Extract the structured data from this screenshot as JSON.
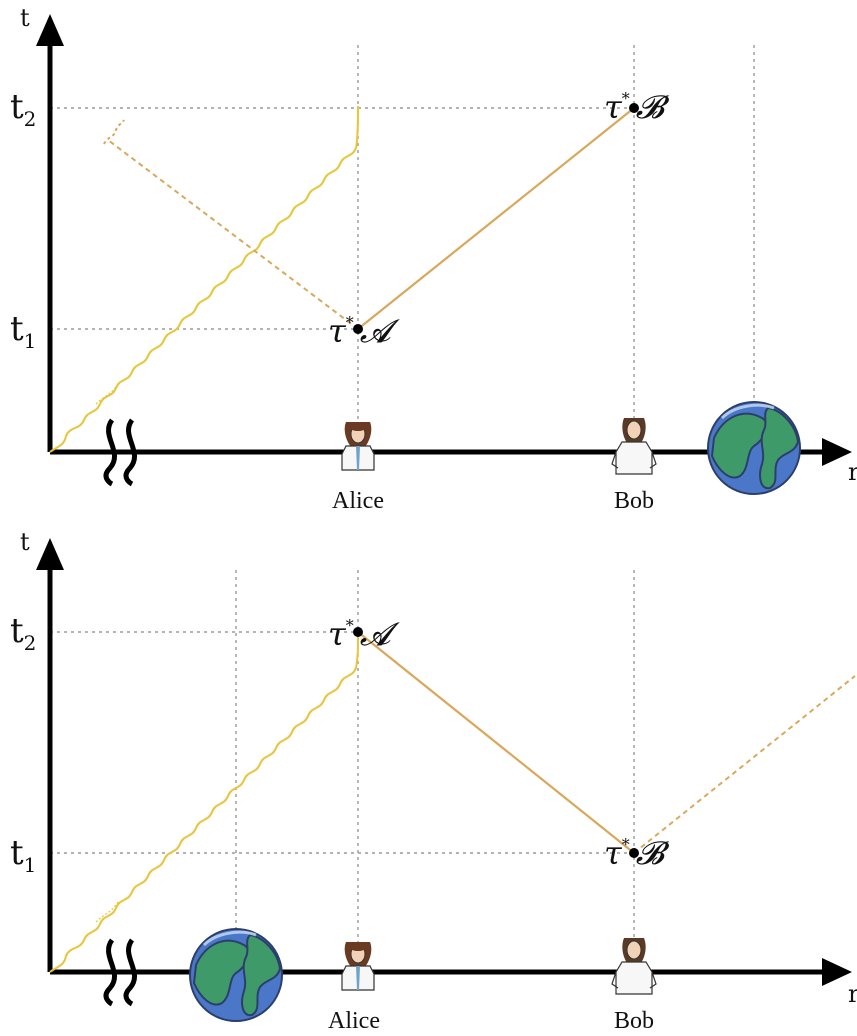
{
  "panels": [
    {
      "id": "top",
      "axis_t_label": "t",
      "axis_r_label": "r",
      "time_labels": [
        {
          "main": "t",
          "sub": "2"
        },
        {
          "main": "t",
          "sub": "1"
        }
      ],
      "observers": [
        "Alice",
        "Bob"
      ],
      "events": [
        {
          "tau": "τ",
          "star": "*",
          "symbol": "𝓐",
          "time": "t1",
          "at": "Alice"
        },
        {
          "tau": "τ",
          "star": "*",
          "symbol": "𝓑",
          "time": "t2",
          "at": "Bob"
        }
      ],
      "earth_position": "right"
    },
    {
      "id": "bottom",
      "axis_t_label": "t",
      "axis_r_label": "r",
      "time_labels": [
        {
          "main": "t",
          "sub": "2"
        },
        {
          "main": "t",
          "sub": "1"
        }
      ],
      "observers": [
        "Alice",
        "Bob"
      ],
      "events": [
        {
          "tau": "τ",
          "star": "*",
          "symbol": "𝓐",
          "time": "t2",
          "at": "Alice"
        },
        {
          "tau": "τ",
          "star": "*",
          "symbol": "𝓑",
          "time": "t1",
          "at": "Bob"
        }
      ],
      "earth_position": "left"
    }
  ],
  "colors": {
    "axis": "#000000",
    "grid": "#9a9a9a",
    "signal": "#d9a85a",
    "wave": "#e8c53a",
    "earth_ocean": "#4a77c8",
    "earth_land": "#3f9a6a"
  },
  "icons": [
    "alice-figure-icon",
    "bob-figure-icon",
    "earth-icon",
    "axis-break-icon"
  ]
}
